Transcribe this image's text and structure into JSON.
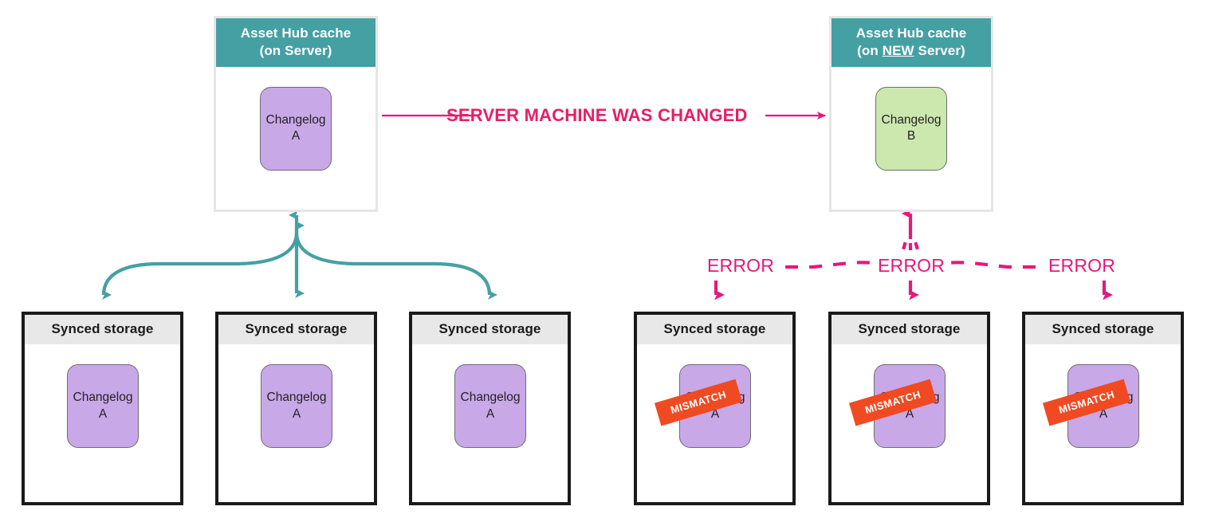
{
  "palette": {
    "teal": "#45a0a4",
    "pink": "#e6197a",
    "caption_pink": "#e61e64",
    "purple": "#c9a8e8",
    "green": "#cce8ae",
    "orange": "#f04a23",
    "storage_header_gray": "#e8e8e8",
    "hub_border_gray": "#e6e6e6",
    "storage_border_black": "#1a1a1a"
  },
  "caption": {
    "text": "SERVER MACHINE WAS CHANGED"
  },
  "hubs": [
    {
      "title_line1": "Asset Hub cache",
      "title_line2_pre": "(on ",
      "title_line2_underline": "",
      "title_line2_post": "Server)",
      "changelog": {
        "name": "Changelog",
        "version": "A",
        "color": "purple"
      }
    },
    {
      "title_line1": "Asset Hub cache",
      "title_line2_pre": "(on ",
      "title_line2_underline": "NEW",
      "title_line2_post": " Server)",
      "changelog": {
        "name": "Changelog",
        "version": "B",
        "color": "green"
      }
    }
  ],
  "stores_left": [
    {
      "header": "Synced storage",
      "changelog": {
        "name": "Changelog",
        "version": "A"
      },
      "mismatch": ""
    },
    {
      "header": "Synced storage",
      "changelog": {
        "name": "Changelog",
        "version": "A"
      },
      "mismatch": ""
    },
    {
      "header": "Synced storage",
      "changelog": {
        "name": "Changelog",
        "version": "A"
      },
      "mismatch": ""
    }
  ],
  "stores_right": [
    {
      "header": "Synced storage",
      "changelog": {
        "name": "Changelog",
        "version": "A"
      },
      "mismatch": "MISMATCH"
    },
    {
      "header": "Synced storage",
      "changelog": {
        "name": "Changelog",
        "version": "A"
      },
      "mismatch": "MISMATCH"
    },
    {
      "header": "Synced storage",
      "changelog": {
        "name": "Changelog",
        "version": "A"
      },
      "mismatch": "MISMATCH"
    }
  ],
  "error_labels": [
    "ERROR",
    "ERROR",
    "ERROR"
  ]
}
